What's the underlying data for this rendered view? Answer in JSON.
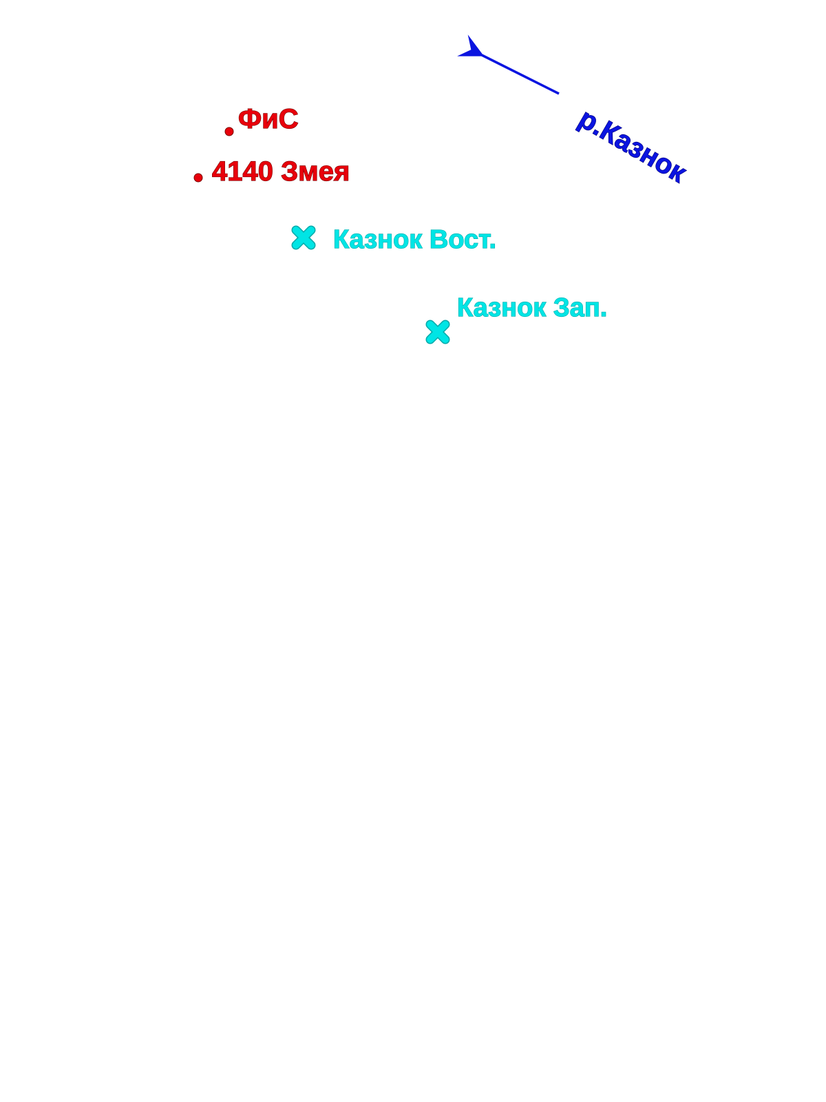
{
  "map": {
    "colors": {
      "cave_points": "#e8000b",
      "entrances": "#00e5e5",
      "river": "#0a14e0"
    },
    "points": [
      {
        "id": "fis",
        "label": "ФиС",
        "marker": "dot-marker",
        "color": "#e8000b"
      },
      {
        "id": "zmeya",
        "label": "4140 Змея",
        "marker": "dot-marker",
        "color": "#e8000b"
      }
    ],
    "entrances": [
      {
        "id": "kaznok-vost",
        "label": "Казнок Вост.",
        "marker": "cross-marker",
        "color": "#00e5e5"
      },
      {
        "id": "kaznok-zap",
        "label": "Казнок Зап.",
        "marker": "cross-marker",
        "color": "#00e5e5"
      }
    ],
    "river": {
      "label": "р.Казнок",
      "marker": "arrow-icon",
      "color": "#0a14e0"
    }
  }
}
